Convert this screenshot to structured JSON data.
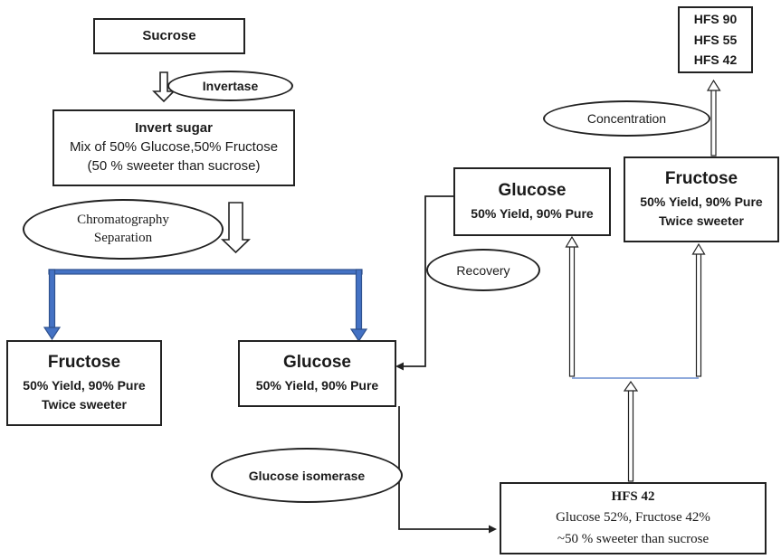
{
  "boxes": {
    "sucrose": {
      "title": "Sucrose"
    },
    "invert_sugar": {
      "title": "Invert sugar",
      "line1": "Mix of 50% Glucose,50% Fructose",
      "line2": "(50 % sweeter than sucrose)"
    },
    "fructose_left": {
      "title": "Fructose",
      "line1": "50% Yield, 90% Pure",
      "line2": "Twice sweeter"
    },
    "glucose_mid": {
      "title": "Glucose",
      "line1": "50% Yield, 90% Pure"
    },
    "glucose_right": {
      "title": "Glucose",
      "line1": "50% Yield, 90% Pure"
    },
    "fructose_right": {
      "title": "Fructose",
      "line1": "50% Yield, 90% Pure",
      "line2": "Twice sweeter"
    },
    "hfs_products": {
      "line1": "HFS 90",
      "line2": "HFS 55",
      "line3": "HFS 42"
    },
    "hfs42": {
      "title": "HFS 42",
      "line1": "Glucose 52%, Fructose 42%",
      "line2": "~50 % sweeter than sucrose"
    }
  },
  "ellipses": {
    "invertase": {
      "label": "Invertase"
    },
    "chromatography": {
      "line1": "Chromatography",
      "line2": "Separation"
    },
    "recovery": {
      "label": "Recovery"
    },
    "glucose_isomerase": {
      "label": "Glucose isomerase"
    },
    "concentration": {
      "label": "Concentration"
    }
  },
  "colors": {
    "split_arrow_fill": "#4472C4",
    "split_arrow_border": "#2F528F",
    "merge_connector": "#8FAADC"
  }
}
